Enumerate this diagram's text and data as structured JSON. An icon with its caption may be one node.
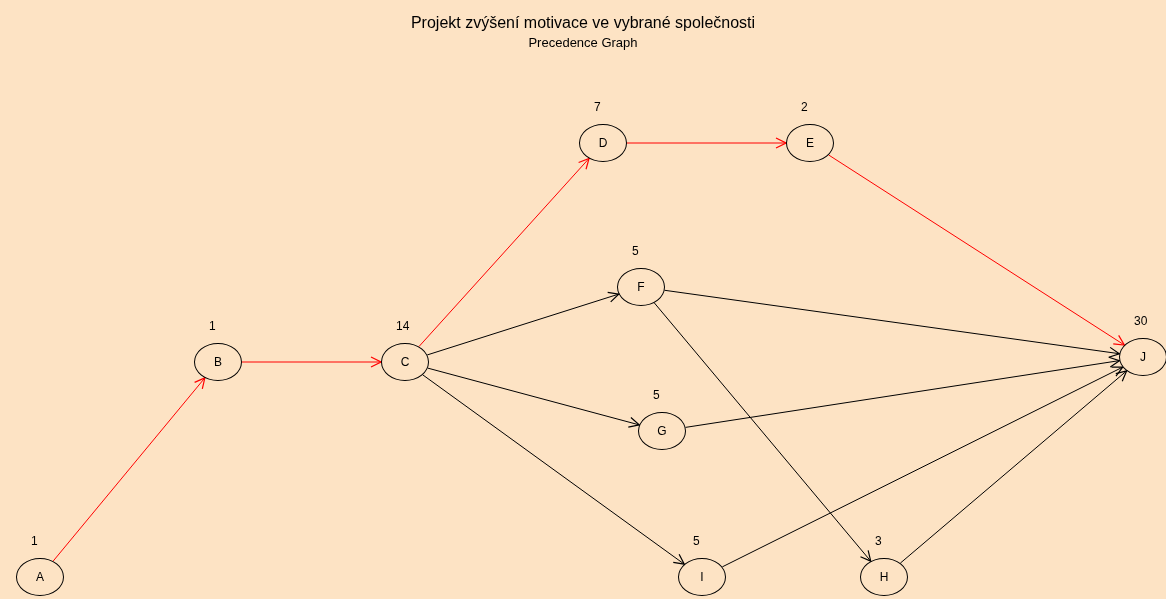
{
  "diagram": {
    "title": "Projekt zvýšení motivace ve vybrané společnosti",
    "nodes": [
      {
        "text": [
          "A"
        ],
        "beside": [
          "1"
        ]
      },
      {
        "text": [
          "B"
        ],
        "beside": [
          "1"
        ]
      },
      {
        "text": [
          "C"
        ],
        "beside": [
          "14"
        ]
      },
      {
        "text": [
          "D"
        ],
        "beside": [
          "7"
        ]
      },
      {
        "text": [
          "E"
        ],
        "beside": [
          "2"
        ]
      },
      {
        "text": [
          "F"
        ],
        "beside": [
          "5"
        ]
      },
      {
        "text": [
          "G"
        ],
        "beside": [
          "5"
        ]
      },
      {
        "text": [
          "I"
        ],
        "beside": [
          "5"
        ]
      },
      {
        "text": [
          "H"
        ],
        "beside": [
          "3"
        ]
      },
      {
        "text": [
          "J"
        ],
        "beside": [
          "30"
        ]
      }
    ],
    "edges": [
      {
        "from": 0,
        "to": 1,
        "arrow": "to",
        "color": "#ff0000"
      },
      {
        "from": 1,
        "to": 2,
        "arrow": "to",
        "color": "#ff0000"
      },
      {
        "from": 2,
        "to": 3,
        "arrow": "to",
        "color": "#ff0000"
      },
      {
        "from": 3,
        "to": 4,
        "arrow": "to",
        "color": "#ff0000"
      },
      {
        "from": 4,
        "to": 9,
        "arrow": "to",
        "color": "#ff0000"
      },
      {
        "from": 2,
        "to": 5,
        "arrow": "to"
      },
      {
        "from": 2,
        "to": 6,
        "arrow": "to"
      },
      {
        "from": 2,
        "to": 7,
        "arrow": "to"
      },
      {
        "from": 5,
        "to": 9,
        "arrow": "to"
      },
      {
        "from": 5,
        "to": 8,
        "arrow": "to"
      },
      {
        "from": 6,
        "to": 9,
        "arrow": "to"
      },
      {
        "from": 7,
        "to": 9,
        "arrow": "to"
      },
      {
        "from": 8,
        "to": 9,
        "arrow": "to"
      }
    ],
    "labels": [
      "Precedence Graph"
    ]
  }
}
